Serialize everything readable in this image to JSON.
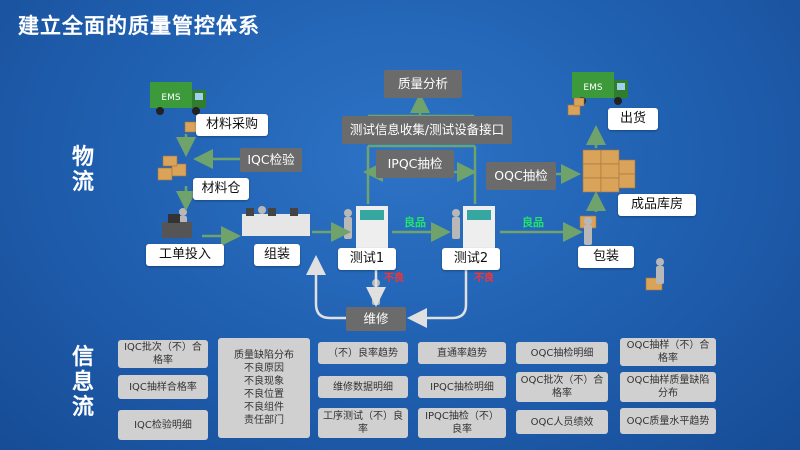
{
  "title": "建立全面的质量管控体系",
  "side_labels": {
    "physical": [
      "物",
      "流"
    ],
    "info": [
      "信",
      "息",
      "流"
    ]
  },
  "flow": {
    "material_purchase": "材料采购",
    "iqc_inspect": "IQC检验",
    "material_warehouse": "材料仓",
    "work_order": "工单投入",
    "assembly": "组装",
    "test1": "测试1",
    "test2": "测试2",
    "packing": "包装",
    "finished_warehouse": "成品库房",
    "shipping": "出货",
    "quality_analysis": "质量分析",
    "test_info_collect": "测试信息收集/测试设备接口",
    "ipqc_sample": "IPQC抽检",
    "oqc_sample": "OQC抽检",
    "repair": "维修",
    "good1": "良品",
    "good2": "良品",
    "bad1": "不良",
    "bad2": "不良",
    "truck_label_1": "EMS",
    "truck_label_2": "EMS"
  },
  "info_boxes": {
    "col1": [
      "IQC批次（不）合格率",
      "IQC抽样合格率",
      "IQC检验明细"
    ],
    "col2": [
      "质量缺陷分布",
      "不良原因",
      "不良现象",
      "不良位置",
      "不良组件",
      "责任部门"
    ],
    "col3": [
      "（不）良率趋势",
      "维修数据明细",
      "工序测试（不）良率"
    ],
    "col4": [
      "直通率趋势",
      "IPQC抽检明细",
      "IPQC抽检（不）良率"
    ],
    "col5": [
      "OQC抽检明细",
      "OQC批次（不）合格率",
      "OQC人员绩效"
    ],
    "col6": [
      "OQC抽样（不）合格率",
      "OQC抽样质量缺陷分布",
      "OQC质量水平趋势"
    ]
  },
  "colors": {
    "background": "#1f5eae",
    "arrow": "#6fa36b",
    "good": "#22e36b",
    "bad": "#ff3030",
    "gray_box": "#6b6b6b",
    "info_box": "#d0d0d0"
  }
}
